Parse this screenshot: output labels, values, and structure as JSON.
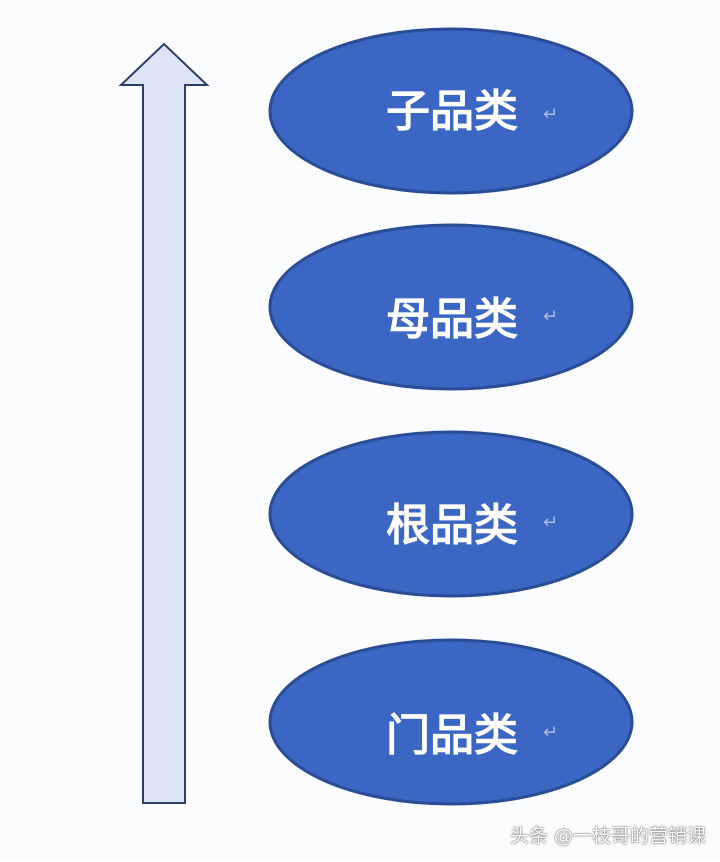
{
  "diagram": {
    "nodes": [
      {
        "label": "子品类"
      },
      {
        "label": "母品类"
      },
      {
        "label": "根品类"
      },
      {
        "label": "门品类"
      }
    ],
    "return_mark": "↵",
    "colors": {
      "ellipse_fill": "#3b66c4",
      "ellipse_stroke": "#2a4c96",
      "arrow_fill": "#dbe5f5",
      "arrow_stroke": "#2d3f66",
      "label": "#ffffff"
    }
  },
  "watermark": {
    "text": "头条 @一枝哥的营销课"
  }
}
